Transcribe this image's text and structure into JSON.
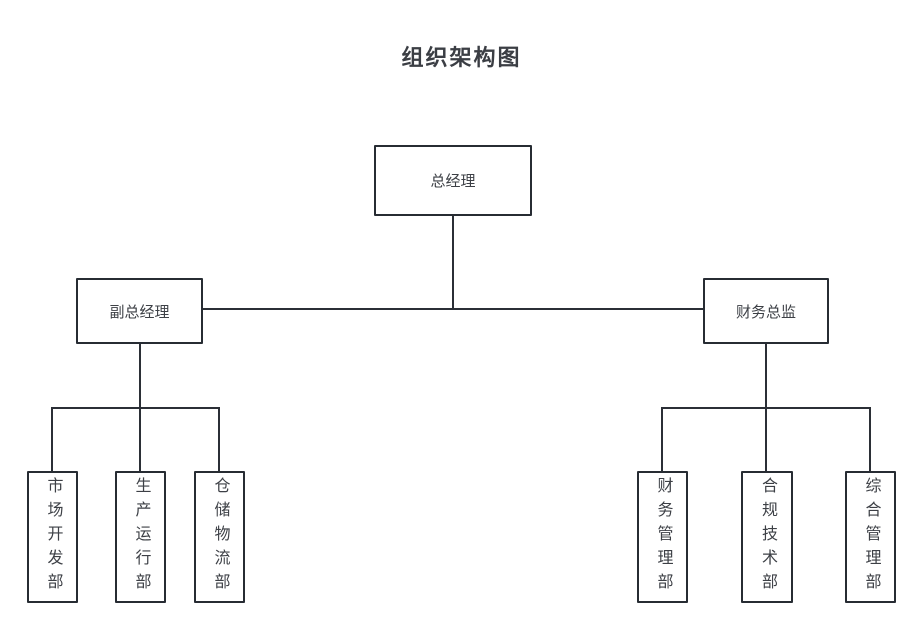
{
  "diagram": {
    "title": "组织架构图",
    "type": "org-chart",
    "levels": 3
  },
  "org_chart": {
    "root": {
      "label": "总经理",
      "children": [
        {
          "label": "副总经理",
          "children": [
            {
              "label": "市场开发部"
            },
            {
              "label": "生产运行部"
            },
            {
              "label": "仓储物流部"
            }
          ]
        },
        {
          "label": "财务总监",
          "children": [
            {
              "label": "财务管理部"
            },
            {
              "label": "合规技术部"
            },
            {
              "label": "综合管理部"
            }
          ]
        }
      ]
    }
  },
  "colors": {
    "background": "#ffffff",
    "box_fill": "#ffffff",
    "box_border": "#272c33",
    "connector_line": "#2b2f36",
    "text": "#3d4046"
  }
}
